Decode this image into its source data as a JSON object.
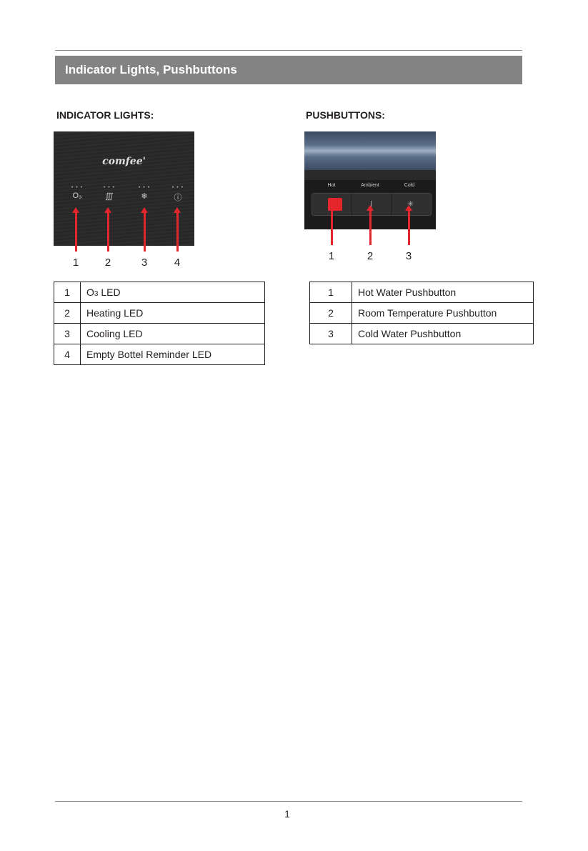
{
  "section": {
    "title": "Indicator Lights, Pushbuttons"
  },
  "indicator": {
    "heading": "INDICATOR LIGHTS:",
    "brand": "comfee'",
    "led_icons": [
      "O₃",
      "∭",
      "❄",
      "ⓘ"
    ],
    "callouts": [
      "1",
      "2",
      "3",
      "4"
    ],
    "rows": [
      {
        "num": "1",
        "label_prefix": "O",
        "label_sub": "3",
        "label_suffix": " LED"
      },
      {
        "num": "2",
        "label": "Heating LED"
      },
      {
        "num": "3",
        "label": "Cooling LED"
      },
      {
        "num": "4",
        "label": "Empty Bottel Reminder LED"
      }
    ]
  },
  "pushbuttons": {
    "heading": "PUSHBUTTONS:",
    "button_labels": [
      "Hot",
      "Ambient",
      "Cold"
    ],
    "button_glyphs": [
      "",
      "|",
      "✳"
    ],
    "callouts": [
      "1",
      "2",
      "3"
    ],
    "rows": [
      {
        "num": "1",
        "label": "Hot Water Pushbutton"
      },
      {
        "num": "2",
        "label": "Room Temperature Pushbutton"
      },
      {
        "num": "3",
        "label": "Cold Water Pushbutton"
      }
    ]
  },
  "colors": {
    "section_bar": "#838383",
    "callout_red": "#e2262b",
    "hot_button": "#e2262b"
  },
  "footer": {
    "page_number": "1"
  }
}
